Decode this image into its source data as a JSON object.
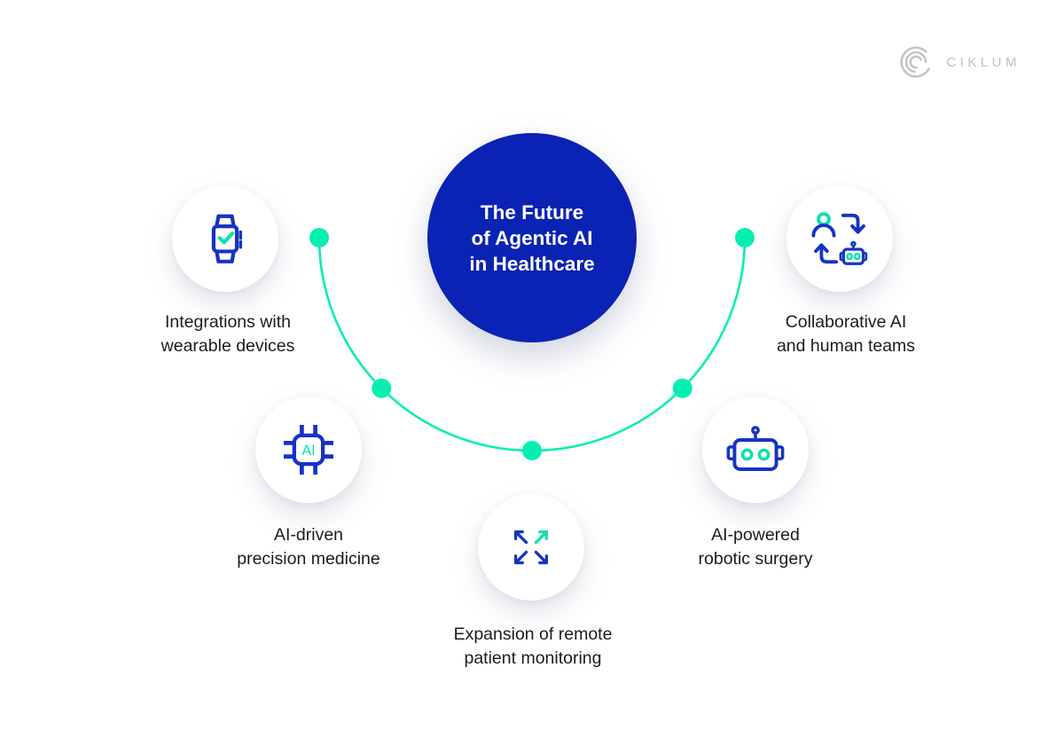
{
  "logo": {
    "text": "CIKLUM",
    "icon": "ciklum-mark-icon",
    "color": "#bfbfc3"
  },
  "center": {
    "title_lines": [
      "The Future",
      "of Agentic AI",
      "in Healthcare"
    ],
    "circle_color": "#0b23b4",
    "text_color": "#ffffff"
  },
  "connector": {
    "shape": "bottom semicircle arc",
    "color": "#06efb3",
    "dot_count": 5
  },
  "nodes": [
    {
      "icon": "smartwatch-check-icon",
      "label_lines": [
        "Integrations with",
        "wearable devices"
      ]
    },
    {
      "icon": "ai-chip-icon",
      "chip_text": "AI",
      "label_lines": [
        "AI-driven",
        "precision medicine"
      ]
    },
    {
      "icon": "expand-arrows-icon",
      "label_lines": [
        "Expansion of remote",
        "patient monitoring"
      ]
    },
    {
      "icon": "robot-head-icon",
      "label_lines": [
        "AI-powered",
        "robotic surgery"
      ]
    },
    {
      "icon": "human-robot-cycle-icon",
      "label_lines": [
        "Collaborative AI",
        "and human teams"
      ]
    }
  ],
  "colors": {
    "icon_blue": "#1733c5",
    "accent_teal": "#06efb3",
    "icon_teal": "#0fe0ae",
    "label_text": "#1c1c1e",
    "background": "#ffffff"
  }
}
